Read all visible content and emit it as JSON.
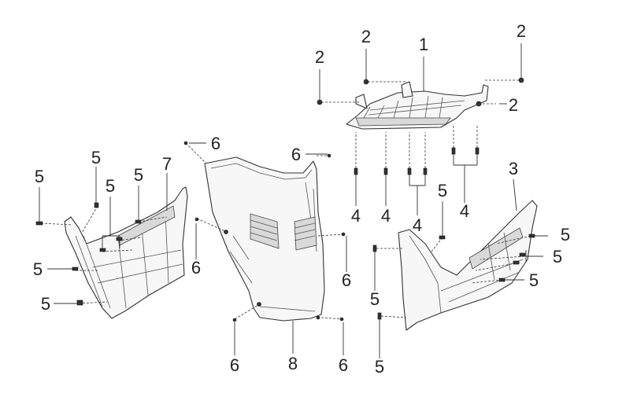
{
  "diagram": {
    "callouts": [
      {
        "id": "c1",
        "text": "1"
      },
      {
        "id": "c2a",
        "text": "2"
      },
      {
        "id": "c2b",
        "text": "2"
      },
      {
        "id": "c2c",
        "text": "2"
      },
      {
        "id": "c2d",
        "text": "2"
      },
      {
        "id": "c3",
        "text": "3"
      },
      {
        "id": "c4a",
        "text": "4"
      },
      {
        "id": "c4b",
        "text": "4"
      },
      {
        "id": "c4c",
        "text": "4"
      },
      {
        "id": "c4d",
        "text": "4"
      },
      {
        "id": "c5a",
        "text": "5"
      },
      {
        "id": "c5b",
        "text": "5"
      },
      {
        "id": "c5c",
        "text": "5"
      },
      {
        "id": "c5d",
        "text": "5"
      },
      {
        "id": "c5e",
        "text": "5"
      },
      {
        "id": "c5f",
        "text": "5"
      },
      {
        "id": "c5g",
        "text": "5"
      },
      {
        "id": "c5h",
        "text": "5"
      },
      {
        "id": "c5i",
        "text": "5"
      },
      {
        "id": "c5j",
        "text": "5"
      },
      {
        "id": "c5k",
        "text": "5"
      },
      {
        "id": "c5l",
        "text": "5"
      },
      {
        "id": "c6a",
        "text": "6"
      },
      {
        "id": "c6b",
        "text": "6"
      },
      {
        "id": "c6c",
        "text": "6"
      },
      {
        "id": "c6d",
        "text": "6"
      },
      {
        "id": "c6e",
        "text": "6"
      },
      {
        "id": "c6f",
        "text": "6"
      },
      {
        "id": "c7",
        "text": "7"
      },
      {
        "id": "c8",
        "text": "8"
      }
    ]
  }
}
